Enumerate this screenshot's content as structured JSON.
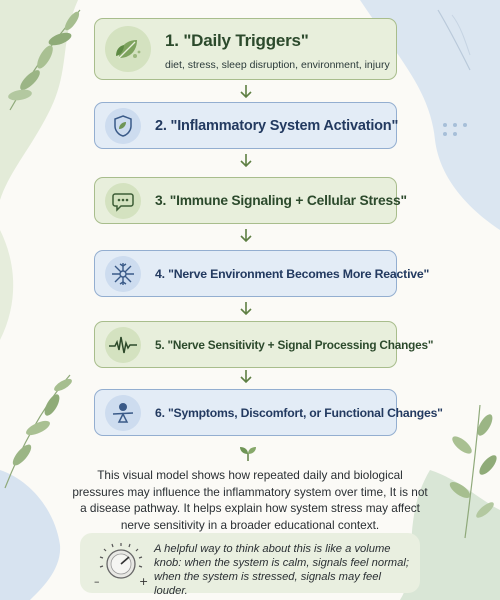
{
  "steps": [
    {
      "number": "1.",
      "title": "\"Daily Triggers\"",
      "subtitle": "diet, stress, sleep disruption, environment, injury",
      "icon": "leaf-icon"
    },
    {
      "number": "2.",
      "title": "\"Inflammatory System Activation\"",
      "icon": "shield-leaf-icon"
    },
    {
      "number": "3.",
      "title": "\"Immune Signaling + Cellular Stress\"",
      "icon": "chat-bubble-icon"
    },
    {
      "number": "4.",
      "title": "\"Nerve Environment Becomes More Reactive\"",
      "icon": "nerve-cell-icon"
    },
    {
      "number": "5.",
      "title": "\"Nerve Sensitivity + Signal Processing Changes\"",
      "icon": "waveform-icon"
    },
    {
      "number": "6.",
      "title": "\"Symptoms, Discomfort, or Functional Changes\"",
      "icon": "balance-icon"
    }
  ],
  "caption": "This visual model shows how repeated daily and biological pressures may influence the inflammatory system over time, It is not a disease pathway. It helps explain how system stress may affect nerve sensitivity in a broader educational context.",
  "note": {
    "text": "A helpful way to think about this is like a volume knob: when the system is calm, signals feel normal; when the system is stressed, signals may feel louder.",
    "knob_minus": "–",
    "knob_plus": "+"
  },
  "colors": {
    "green_box": "#e8efdc",
    "blue_box": "#e3ecf6",
    "arrow": "#5e7f43",
    "title_text": "#233a60"
  }
}
